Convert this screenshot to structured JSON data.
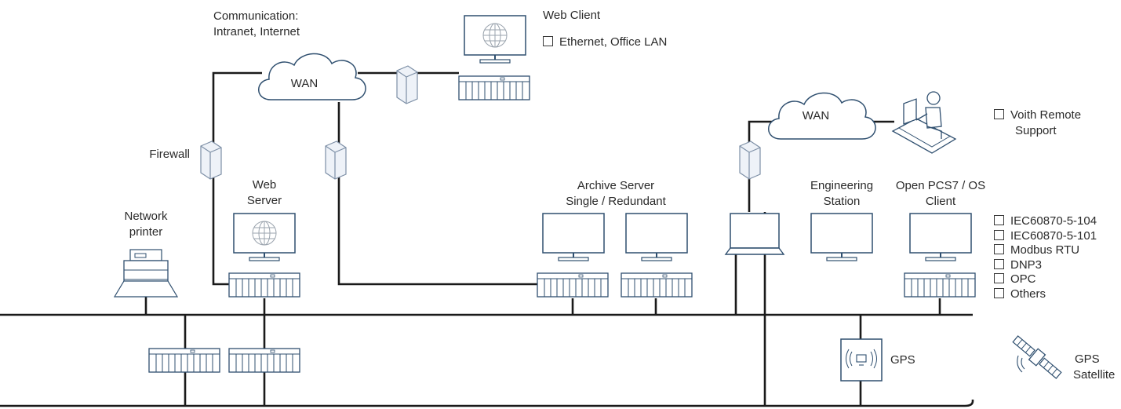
{
  "labels": {
    "communication_line1": "Communication:",
    "communication_line2": "Intranet, Internet",
    "web_client": "Web Client",
    "ethernet_office_lan": "Ethernet, Office LAN",
    "wan_left": "WAN",
    "wan_right": "WAN",
    "voith_remote_line1": "Voith Remote",
    "voith_remote_line2": "Support",
    "firewall": "Firewall",
    "web_server_line1": "Web",
    "web_server_line2": "Server",
    "network_printer_line1": "Network",
    "network_printer_line2": "printer",
    "archive_server_line1": "Archive Server",
    "archive_server_line2": "Single / Redundant",
    "engineering_line1": "Engineering",
    "engineering_line2": "Station",
    "open_pcs7_line1": "Open PCS7 / OS",
    "open_pcs7_line2": "Client",
    "gps": "GPS",
    "gps_satellite_line1": "GPS",
    "gps_satellite_line2": "Satellite"
  },
  "protocols": [
    "IEC60870-5-104",
    "IEC60870-5-101",
    "Modbus RTU",
    "DNP3",
    "OPC",
    "Others"
  ],
  "colors": {
    "line": "#1a1a1a",
    "device_stroke": "#2f4f6f",
    "firewall_fill": "#eef2f8",
    "text": "#2a2a2a"
  },
  "icons": [
    "globe-icon",
    "cloud-icon",
    "firewall-icon",
    "monitor-icon",
    "server-rack-icon",
    "laptop-icon",
    "printer-icon",
    "gps-receiver-icon",
    "satellite-icon",
    "remote-operator-icon"
  ]
}
